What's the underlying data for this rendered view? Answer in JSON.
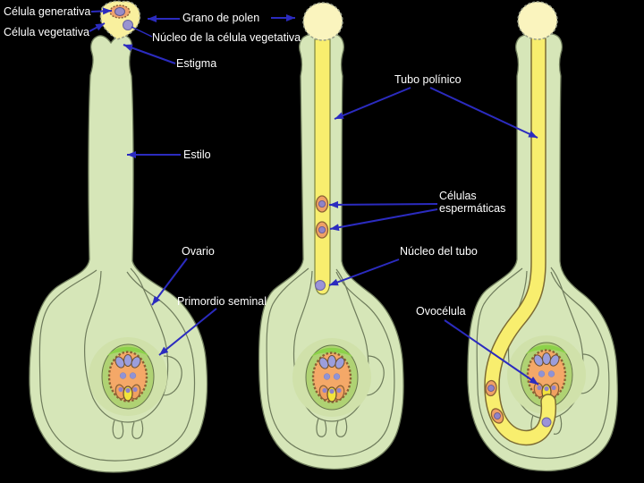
{
  "labels": {
    "celula_generativa": "Célula generativa",
    "celula_vegetativa": "Célula vegetativa",
    "grano_de_polen": "Grano de polen",
    "nucleo_celula_vegetativa": "Núcleo de la célula vegetativa",
    "estigma": "Estigma",
    "estilo": "Estilo",
    "tubo_polinico": "Tubo polínico",
    "celulas_espermaticas": "Células espermáticas",
    "ovario": "Ovario",
    "nucleo_del_tubo": "Núcleo del tubo",
    "primordio_seminal": "Primordio seminal",
    "ovocelula": "Ovocélula"
  },
  "colors": {
    "background": "#000000",
    "label_text": "#ffffff",
    "arrow_blue": "#2b2bbf",
    "pistil_body": "#d6e6b8",
    "pistil_outline": "#6f7c5c",
    "pollen_tube_yellow": "#f8ee6e",
    "pollen_tube_border": "#7c6b33",
    "pollen_grain": "#faf4be",
    "embryo_sac_orange": "#f4a868",
    "sac_border_brown": "#8a6134",
    "nucleus_purple": "#8f83c8",
    "ovule_green": "#afd273",
    "crescent_green": "#8cd24a",
    "egg_yellow": "#f2e33c"
  }
}
